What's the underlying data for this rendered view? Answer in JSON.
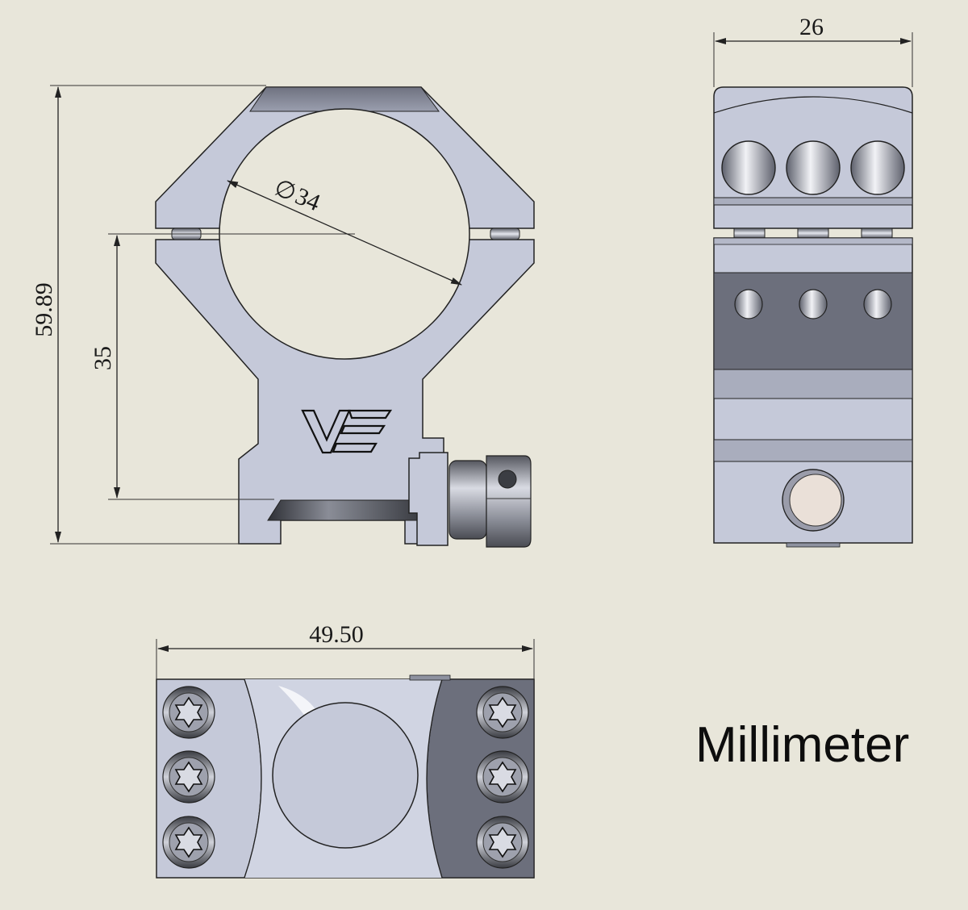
{
  "dimensions": {
    "overall_height": "59.89",
    "center_height": "35",
    "ring_diameter": "34",
    "ring_diameter_symbol": "∅",
    "ring_width": "26",
    "base_length": "49.50"
  },
  "unit_label": "Millimeter",
  "logo_text": "VE",
  "colors": {
    "background": "#e8e6da",
    "metal_light": "#c5c9d9",
    "metal_mid": "#a9adbd",
    "metal_dark": "#6c6f7c",
    "outline": "#222222"
  }
}
